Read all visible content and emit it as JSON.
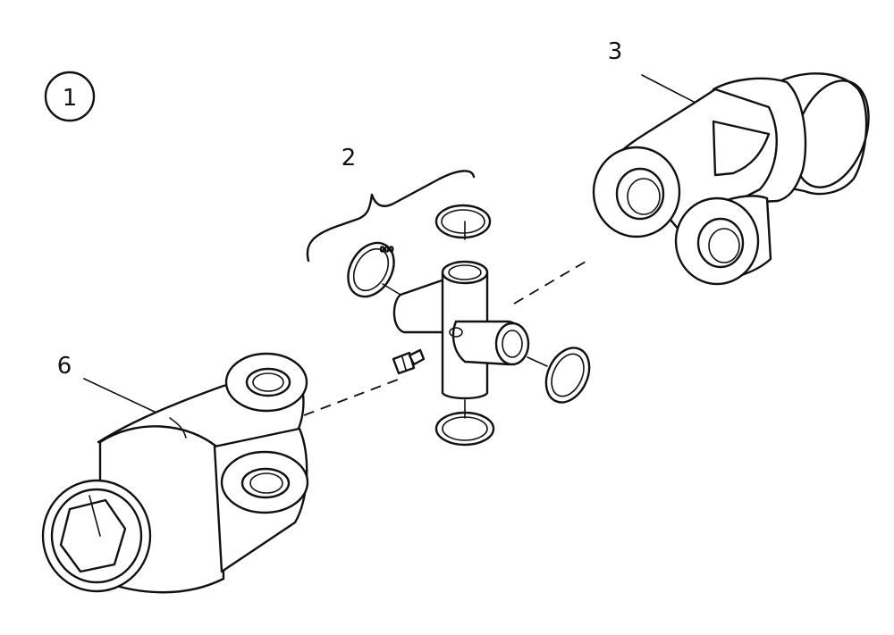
{
  "figure_number": "1",
  "callouts": {
    "yoke_right": "3",
    "cross_kit": "2",
    "yoke_left": "6"
  },
  "snap_ring_marking": "000"
}
